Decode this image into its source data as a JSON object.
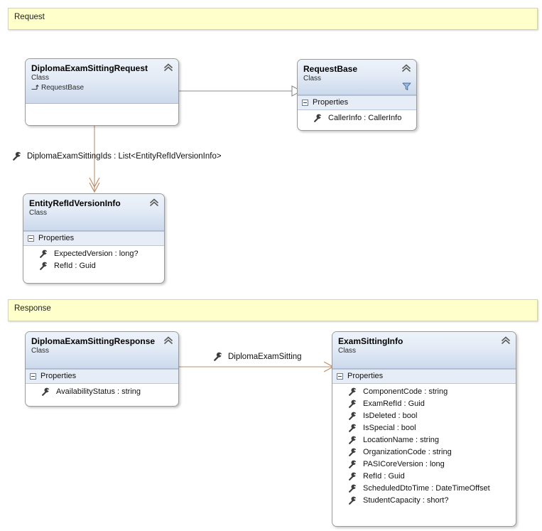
{
  "diagram": {
    "title": "Class Diagram",
    "colors": {
      "banner_fill": "#FFFFCC",
      "banner_border": "#D6D6A8",
      "class_header_top": "#EEF3FA",
      "class_header_bottom": "#CCD9EC",
      "class_border": "#9A9A9A",
      "compartment_fill": "#E6EDF7",
      "inheritance_line": "#8C8C8C",
      "association_line": "#BC8F6E"
    }
  },
  "banners": [
    {
      "label": "Request"
    },
    {
      "label": "Response"
    }
  ],
  "classes": {
    "diploma_exam_sitting_request": {
      "name": "DiplomaExamSittingRequest",
      "kind": "Class",
      "base": "RequestBase",
      "collapse_icon": "chevron-up-icon",
      "compartments": []
    },
    "request_base": {
      "name": "RequestBase",
      "kind": "Class",
      "collapse_icon": "chevron-up-icon",
      "filter_icon": "funnel-icon",
      "compartments": [
        {
          "title": "Properties",
          "members": [
            {
              "text": "CallerInfo : CallerInfo",
              "icon": "property-wrench-icon"
            }
          ]
        }
      ]
    },
    "entity_refid_version_info": {
      "name": "EntityRefIdVersionInfo",
      "kind": "Class",
      "collapse_icon": "chevron-up-icon",
      "compartments": [
        {
          "title": "Properties",
          "members": [
            {
              "text": "ExpectedVersion : long?",
              "icon": "property-wrench-icon"
            },
            {
              "text": "RefId : Guid",
              "icon": "property-wrench-icon"
            }
          ]
        }
      ]
    },
    "diploma_exam_sitting_response": {
      "name": "DiplomaExamSittingResponse",
      "kind": "Class",
      "collapse_icon": "chevron-up-icon",
      "compartments": [
        {
          "title": "Properties",
          "members": [
            {
              "text": "AvailabilityStatus : string",
              "icon": "property-wrench-icon"
            }
          ]
        }
      ]
    },
    "exam_sitting_info": {
      "name": "ExamSittingInfo",
      "kind": "Class",
      "collapse_icon": "chevron-up-icon",
      "compartments": [
        {
          "title": "Properties",
          "members": [
            {
              "text": "ComponentCode : string",
              "icon": "property-wrench-icon"
            },
            {
              "text": "ExamRefId : Guid",
              "icon": "property-wrench-icon"
            },
            {
              "text": "IsDeleted : bool",
              "icon": "property-wrench-icon"
            },
            {
              "text": "IsSpecial : bool",
              "icon": "property-wrench-icon"
            },
            {
              "text": "LocationName : string",
              "icon": "property-wrench-icon"
            },
            {
              "text": "OrganizationCode : string",
              "icon": "property-wrench-icon"
            },
            {
              "text": "PASICoreVersion : long",
              "icon": "property-wrench-icon"
            },
            {
              "text": "RefId : Guid",
              "icon": "property-wrench-icon"
            },
            {
              "text": "ScheduledDtoTime : DateTimeOffset",
              "icon": "property-wrench-icon"
            },
            {
              "text": "StudentCapacity : short?",
              "icon": "property-wrench-icon"
            }
          ]
        }
      ]
    }
  },
  "connectors": {
    "inheritance_request_to_base": {
      "kind": "inheritance",
      "from": "DiplomaExamSittingRequest",
      "to": "RequestBase",
      "label": ""
    },
    "assoc_request_to_entity": {
      "kind": "association",
      "from": "DiplomaExamSittingRequest",
      "to": "EntityRefIdVersionInfo",
      "label": "DiplomaExamSittingIds : List<EntityRefIdVersionInfo>"
    },
    "assoc_response_to_examsitting": {
      "kind": "association",
      "from": "DiplomaExamSittingResponse",
      "to": "ExamSittingInfo",
      "label": "DiplomaExamSitting"
    }
  }
}
